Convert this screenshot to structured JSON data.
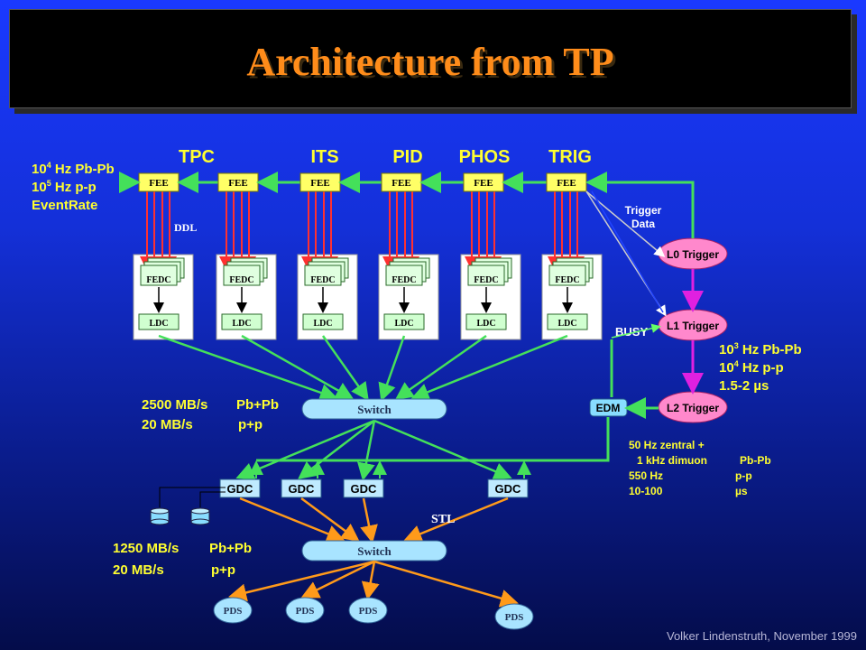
{
  "title": "Architecture from TP",
  "detectors": [
    "TPC",
    "ITS",
    "PID",
    "PHOS",
    "TRIG"
  ],
  "fee_label": "FEE",
  "fedc_label": "FEDC",
  "ldc_label": "LDC",
  "ddl_label": "DDL",
  "rate_note": {
    "line1_base": "10",
    "line1_exp": "4",
    "line1_rest": " Hz Pb-Pb",
    "line2_base": "10",
    "line2_exp": "5",
    "line2_rest": " Hz p-p",
    "line3": "EventRate"
  },
  "trigger_data": [
    "Trigger",
    "Data"
  ],
  "triggers": {
    "l0": "L0 Trigger",
    "l1": "L1 Trigger",
    "l2": "L2 Trigger"
  },
  "busy": "BUSY",
  "edm": "EDM",
  "l1_rates": {
    "line1_base": "10",
    "line1_exp": "3",
    "line1_rest": " Hz Pb-Pb",
    "line2_base": "10",
    "line2_exp": "4",
    "line2_rest": " Hz p-p",
    "line3": "1.5-2 µs"
  },
  "l2_rates": {
    "l1": "50 Hz zentral +",
    "l2a": "1 kHz dimuon",
    "l2b": "Pb-Pb",
    "l3a": "550 Hz",
    "l3b": "p-p",
    "l4a": "10-100",
    "l4b": "µs"
  },
  "switch_label": "Switch",
  "bw_top": {
    "a1": "2500 MB/s",
    "a2": "Pb+Pb",
    "b1": "20 MB/s",
    "b2": "p+p"
  },
  "gdc_label": "GDC",
  "stl_label": "STL",
  "bw_bottom": {
    "a1": "1250 MB/s",
    "a2": "Pb+Pb",
    "b1": "20 MB/s",
    "b2": "p+p"
  },
  "pds_label": "PDS",
  "footer": "Volker Lindenstruth, November 1999",
  "colors": {
    "green": "#44e05a",
    "red": "#ff3030",
    "orange": "#ff9a1a",
    "magenta": "#e020e0",
    "yellow_text": "#ffff30",
    "fee_fill": "#ffff66"
  }
}
